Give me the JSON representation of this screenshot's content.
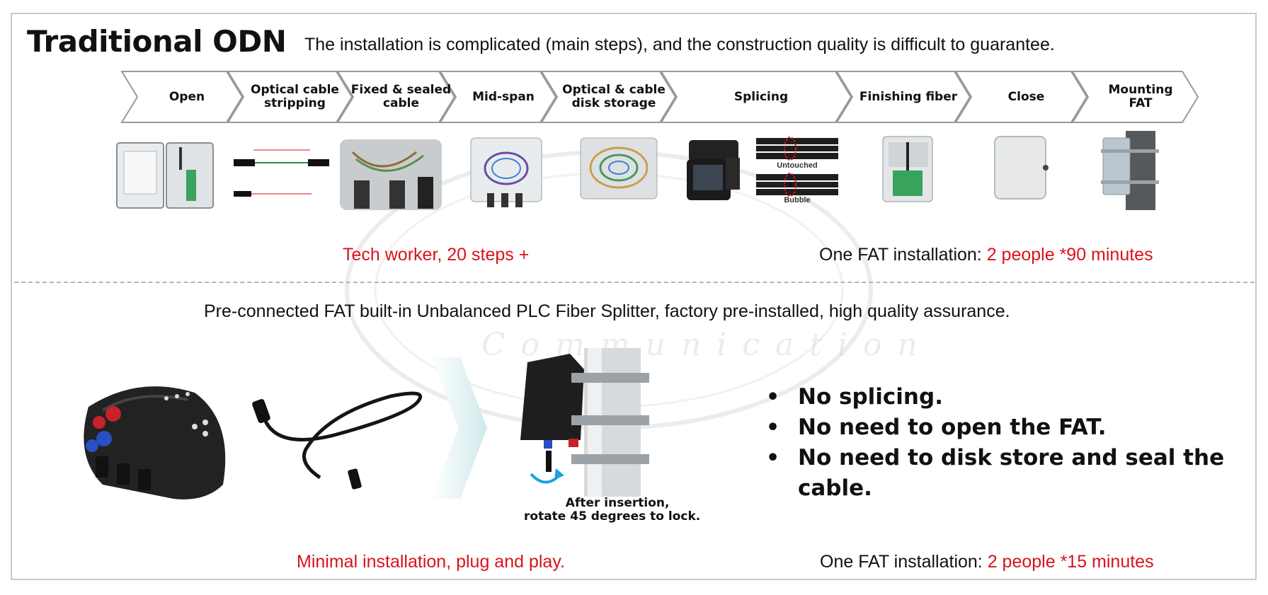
{
  "header": {
    "title": "Traditional ODN",
    "subtitle": "The installation is complicated (main steps), and the construction quality is difficult to guarantee."
  },
  "steps": [
    {
      "label": "Open"
    },
    {
      "label": "Optical cable\nstripping"
    },
    {
      "label": "Fixed & sealed\ncable"
    },
    {
      "label": "Mid-span"
    },
    {
      "label": "Optical & cable\ndisk storage"
    },
    {
      "label": "Splicing"
    },
    {
      "label": "Finishing fiber"
    },
    {
      "label": "Close"
    },
    {
      "label": "Mounting\nFAT"
    }
  ],
  "splice_labels": {
    "untouched": "Untouched",
    "bubble": "Bubble"
  },
  "traditional": {
    "note": "Tech worker, 20 steps +",
    "install_prefix": "One FAT installation: ",
    "install_value": "2 people *90 minutes"
  },
  "preconnected": {
    "description": "Pre-connected FAT built-in Unbalanced PLC Fiber Splitter, factory pre-installed, high quality assurance.",
    "bullets": [
      "No splicing.",
      "No need to open the FAT.",
      "No need to disk store and seal the cable."
    ],
    "caption_line1": "After insertion,",
    "caption_line2": "rotate 45 degrees to lock.",
    "note": "Minimal installation, plug and play.",
    "install_prefix": "One FAT installation: ",
    "install_value": "2 people *15 minutes"
  },
  "watermark": {
    "text": "Communication"
  },
  "colors": {
    "accent_red": "#d9131b",
    "divider": "#b5b5b5",
    "chevron_stroke": "#9a9a9a"
  }
}
